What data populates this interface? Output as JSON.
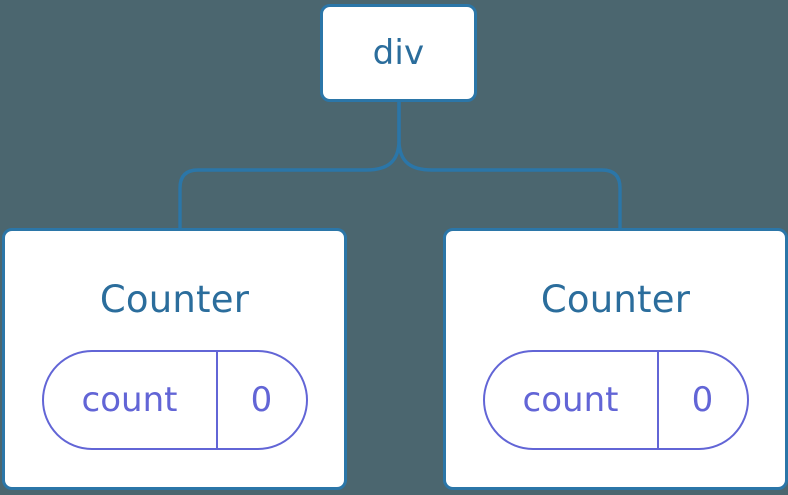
{
  "diagram": {
    "type": "component-tree",
    "background_color": "#4b666f",
    "node_border_color": "#2b76a8",
    "node_text_color": "#2b6d9c",
    "state_pill_color": "#6265d6",
    "connector_color": "#2b76a8"
  },
  "root": {
    "label": "div",
    "icon": "component-node-icon"
  },
  "children": [
    {
      "label": "Counter",
      "state": {
        "key": "count",
        "value": "0"
      }
    },
    {
      "label": "Counter",
      "state": {
        "key": "count",
        "value": "0"
      }
    }
  ],
  "edges": [
    {
      "from": "div",
      "to": "Counter-left"
    },
    {
      "from": "div",
      "to": "Counter-right"
    }
  ]
}
